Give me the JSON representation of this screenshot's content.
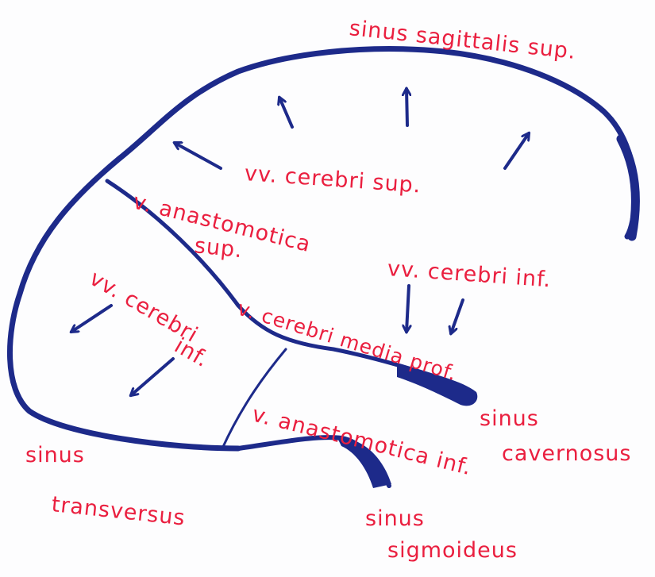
{
  "colors": {
    "ink_blue": "#1d2a8a",
    "ink_red": "#ea1f3f",
    "paper": "#fdfdfe"
  },
  "labels": {
    "sinus_sagittalis_sup": "sinus sagittalis sup.",
    "vv_cerebri_sup": "vv. cerebri sup.",
    "v_anastomotica_sup_line1": "v. anastomotica",
    "v_anastomotica_sup_line2": "sup.",
    "vv_cerebri_inf_right": "vv. cerebri inf.",
    "vv_cerebri_inf_left_line1": "vv. cerebri",
    "vv_cerebri_inf_left_line2": "inf.",
    "v_cerebri_media_prof": "v. cerebri media prof.",
    "sinus_cavernosus_line1": "sinus",
    "sinus_cavernosus_line2": "cavernosus",
    "v_anastomotica_inf": "v. anastomotica inf.",
    "sinus_transversus_line1": "sinus",
    "sinus_transversus_line2": "transversus",
    "sinus_sigmoideus_line1": "sinus",
    "sinus_sigmoideus_line2": "sigmoideus"
  }
}
